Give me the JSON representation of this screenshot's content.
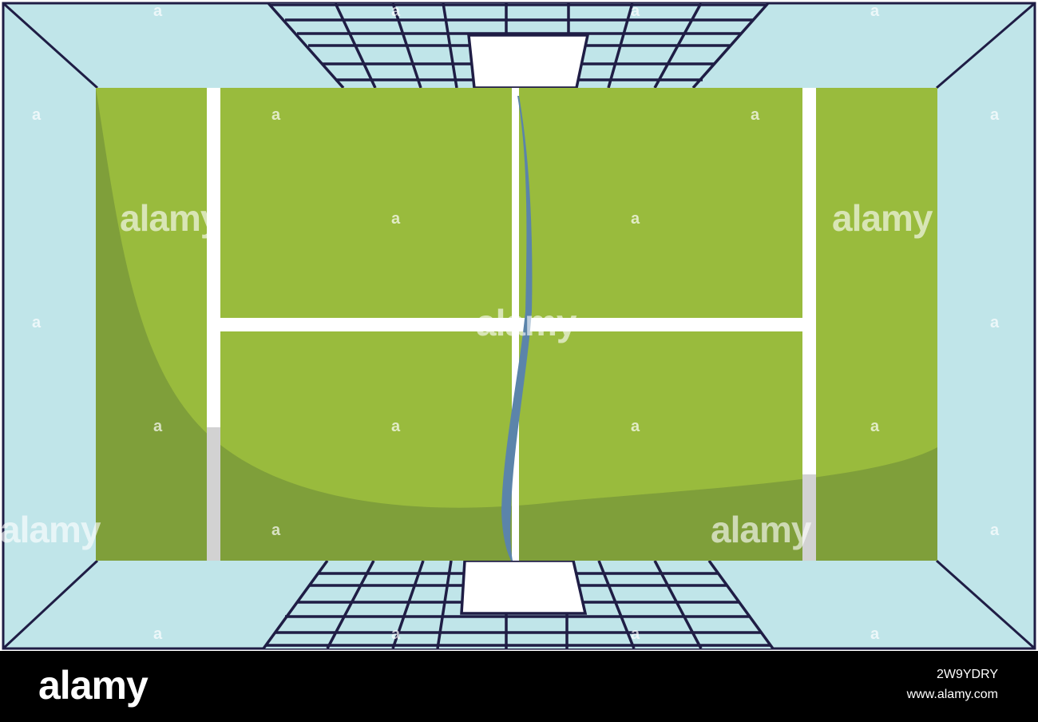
{
  "scene": {
    "subject": "padel-court-top-view",
    "colors": {
      "glass": "#c0e5e9",
      "frame": "#1f1d45",
      "court": "#99bb3d",
      "court_shadow": "#7f9f3a",
      "lines": "#ffffff",
      "shadow_lines": "#d2d2d2",
      "net": "#5b84aa"
    }
  },
  "watermark": {
    "text": "alamy",
    "mark": "a"
  },
  "footer": {
    "logo": "alamy",
    "image_id": "2W9YDRY",
    "site": "www.alamy.com"
  }
}
